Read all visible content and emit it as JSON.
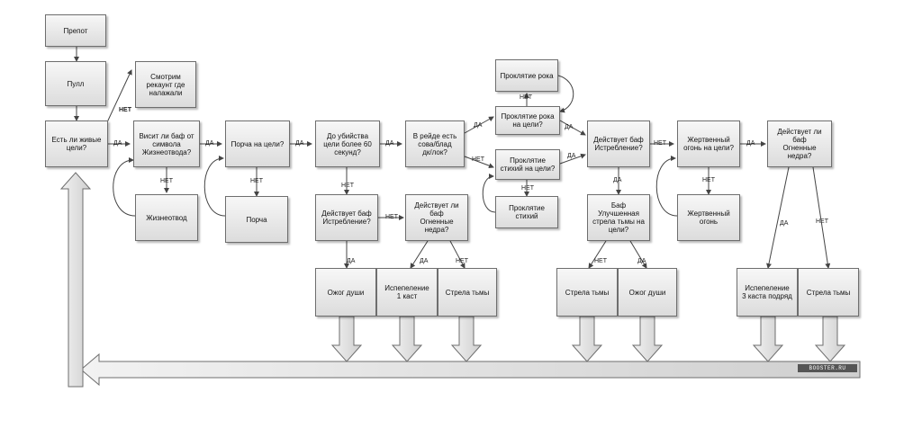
{
  "nodes": {
    "prepot": "Препот",
    "pull": "Пулл",
    "alive": "Есть ли живые\nцели?",
    "recount": "Смотрим\nрекаунт где\nналажали",
    "buff_symbol": "Висит ли баф от\nсимвола\nЖизнеотвода?",
    "lifetap": "Жизнеотвод",
    "corruption_q": "Порча на цели?",
    "corruption": "Порча",
    "kill60": "До убийства\nцели более 60\nсекунд?",
    "raid_boomkin": "В рейде есть\nсова/блад\nдк/лок?",
    "curse_doom": "Проклятие рока",
    "curse_doom_q": "Проклятие рока\nна цели?",
    "curse_elements_q": "Проклятие\nстихий на цели?",
    "curse_elements": "Проклятие\nстихий",
    "eradication_q1": "Действует баф\nИстребление?",
    "fiery_core_q1": "Действует ли баф\nОгненные\nнедра?",
    "soulfire_1": "Ожог души",
    "incinerate_1": "Испепеление\n1 каст",
    "shadowbolt_1": "Стрела тьмы",
    "eradication_q2": "Действует баф\nИстребление?",
    "improved_sb_q": "Баф\nУлучшенная\nстрела тьмы на\nцели?",
    "shadowbolt_2": "Стрела тьмы",
    "soulfire_2": "Ожог души",
    "immolate_q": "Жертвенный\nогонь на цели?",
    "immolate": "Жертвенный\nогонь",
    "fiery_core_q2": "Действует ли баф\nОгненные\nнедра?",
    "incinerate_3": "Испепеление\n3 каста подряд",
    "shadowbolt_3": "Стрела тьмы"
  },
  "edge_labels": {
    "alive_no": "НЕТ",
    "alive_yes": "ДА",
    "symbol_yes": "ДА",
    "symbol_no": "НЕТ",
    "corruption_yes": "ДА",
    "corruption_no": "НЕТ",
    "kill60_yes": "ДА",
    "kill60_no": "НЕТ",
    "raid_yes": "ДА",
    "raid_no": "НЕТ",
    "doom_no": "НЕТ",
    "doom_yes": "ДА",
    "elements_no": "НЕТ",
    "elements_yes": "ДА",
    "erad1_no": "НЕТ",
    "erad1_yes": "ДА",
    "fiery1_yes": "ДА",
    "fiery1_no": "НЕТ",
    "erad2_yes": "ДА",
    "erad2_no": "НЕТ",
    "isb_no": "НЕТ",
    "isb_yes": "ДА",
    "immolate_no": "НЕТ",
    "immolate_yes": "ДА",
    "fiery2_yes": "ДА",
    "fiery2_no": "НЕТ"
  },
  "watermark": "BOOSTER.RU"
}
